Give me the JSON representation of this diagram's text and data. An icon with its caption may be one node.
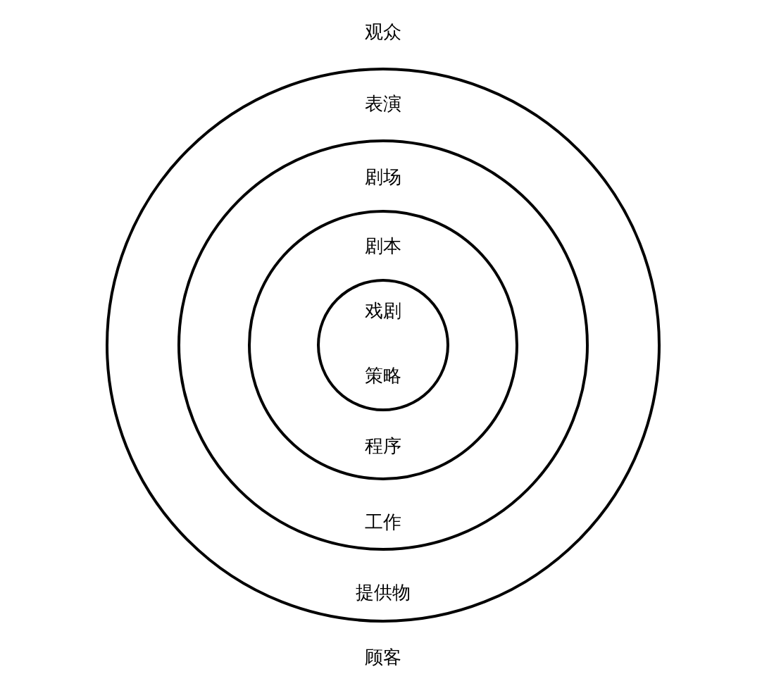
{
  "diagram": {
    "nodes": [
      {
        "text": [
          "表演",
          "提供物"
        ],
        "beside": [
          "观众",
          "顾客"
        ]
      },
      {
        "text": [
          "剧场",
          "工作"
        ],
        "in": 0
      },
      {
        "text": [
          "剧本",
          "程序"
        ],
        "in": 1
      },
      {
        "text": [
          "戏剧",
          "策略"
        ],
        "in": 2
      }
    ]
  }
}
